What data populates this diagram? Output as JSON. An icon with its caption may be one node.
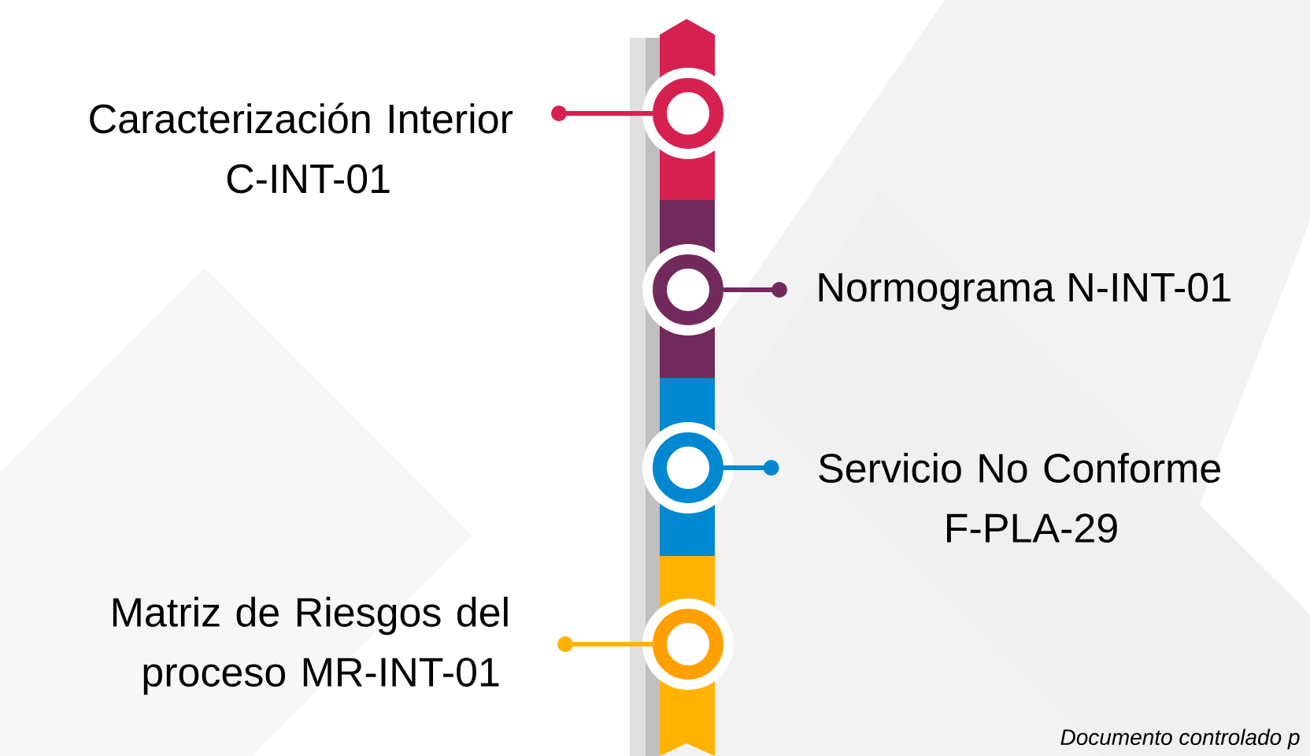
{
  "diagram": {
    "nodes": [
      {
        "text": [
          "Caracterización Interior C-INT-01"
        ]
      },
      {
        "text": [],
        "shape": "circle"
      },
      {
        "text": [],
        "shape": "circle"
      },
      {
        "text": [
          "Normograma N-INT-01"
        ]
      },
      {
        "text": [],
        "shape": "circle"
      },
      {
        "text": [
          "Servicio No Conforme F-PLA-29"
        ]
      },
      {
        "text": [
          "Matriz de Riesgos del proceso MR-INT-01"
        ]
      },
      {
        "text": [],
        "shape": "circle"
      }
    ],
    "edges": [
      {
        "from": 0,
        "to": 1,
        "arrow": "other",
        "color": "#d62150"
      },
      {
        "from": 3,
        "to": 2,
        "arrow": "other",
        "color": "#722a5c"
      },
      {
        "from": 5,
        "to": 4,
        "arrow": "other",
        "color": "#0288d1"
      },
      {
        "from": 6,
        "to": 7,
        "arrow": "other",
        "color": "#ffb300"
      }
    ],
    "labels": [
      "Documento controlado p"
    ]
  }
}
